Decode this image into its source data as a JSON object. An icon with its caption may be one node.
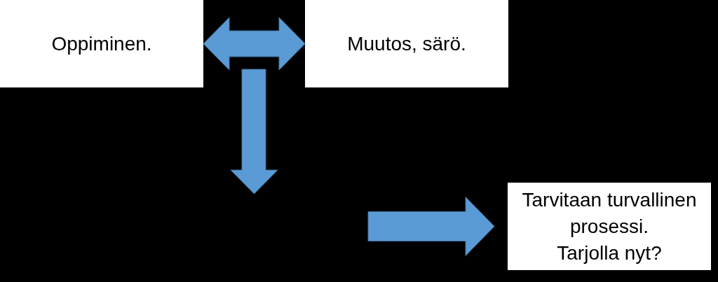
{
  "diagram": {
    "nodes": [
      {
        "text": [
          "Oppiminen."
        ]
      },
      {
        "text": [
          "Muutos, särö."
        ]
      },
      {
        "text": [
          "Tarvitaan turvallinen prosessi.",
          "Tarjolla nyt?"
        ]
      }
    ],
    "edges": [
      {
        "from": 0,
        "to": 1,
        "arrow": "both"
      },
      {
        "from": null,
        "to": 2,
        "arrow": "to"
      }
    ]
  }
}
